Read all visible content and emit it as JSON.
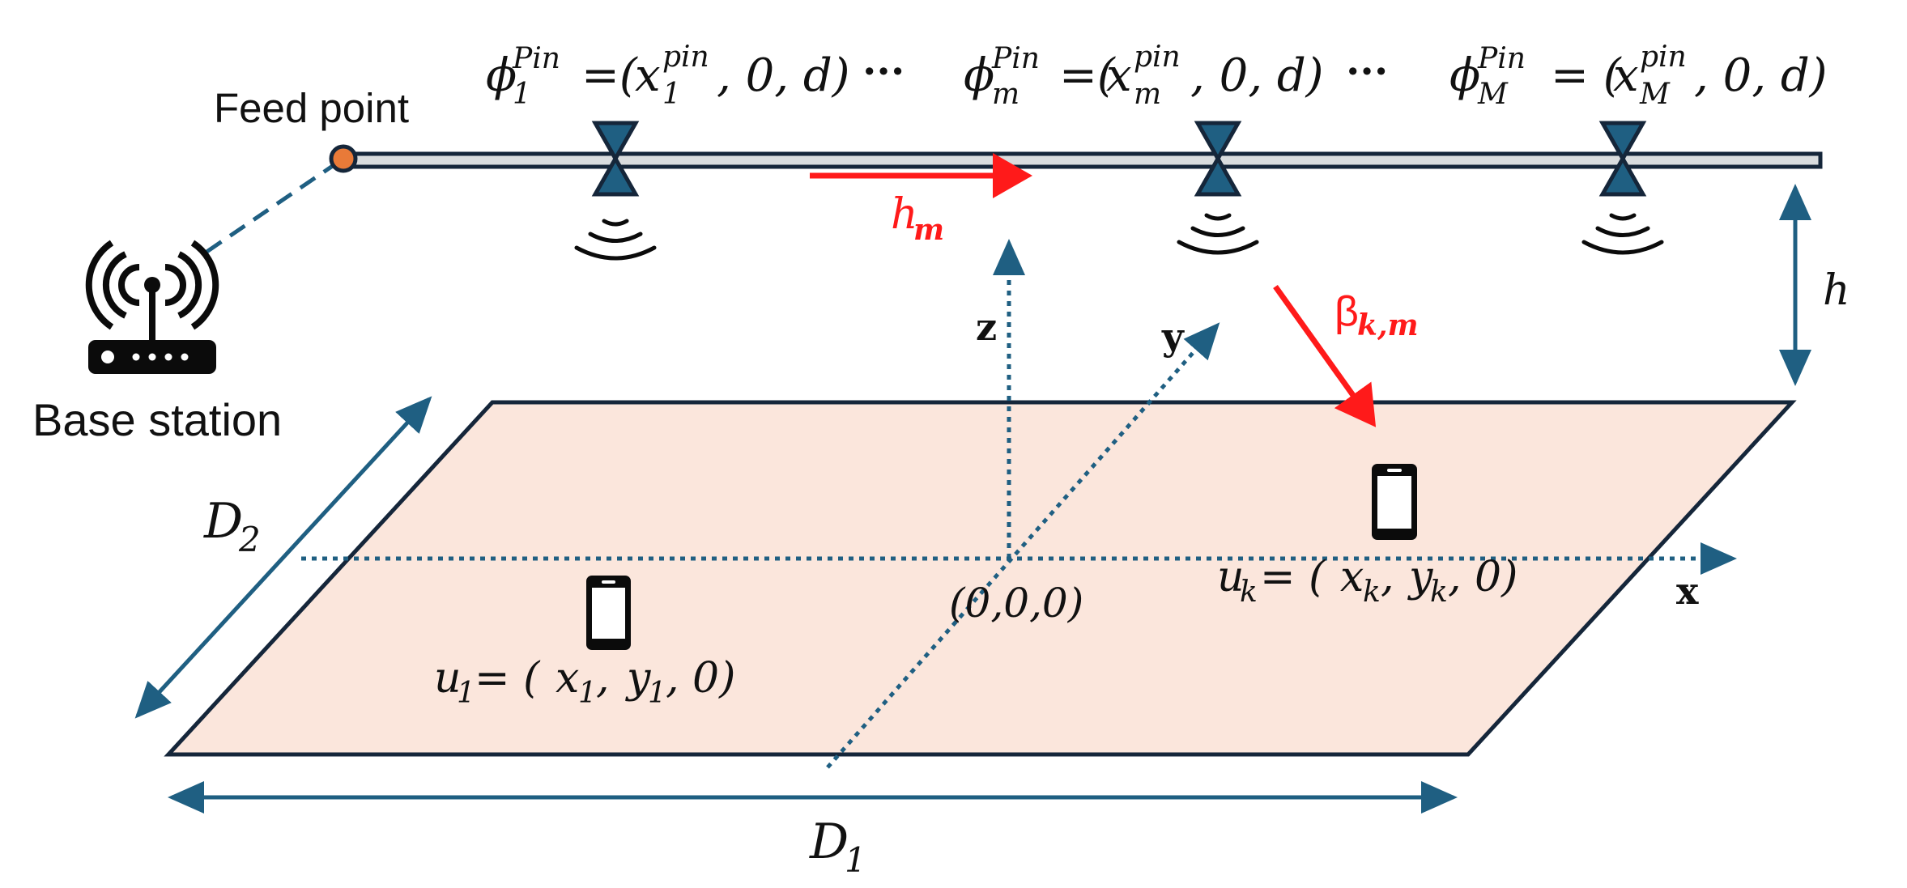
{
  "labels": {
    "feed_point": "Feed point",
    "base_station": "Base station",
    "pin1": {
      "phi": "ϕ",
      "sub": "1",
      "sup": "Pin",
      "eq": "=(",
      "x": "x",
      "xsup": "pin",
      "xsub": "1",
      "rest": ", 0, d)"
    },
    "pinm": {
      "phi": "ϕ",
      "sub": "m",
      "sup": "Pin",
      "eq": "=(",
      "x": "x",
      "xsup": "pin",
      "xsub": "m",
      "rest": ", 0, d)"
    },
    "pinM": {
      "phi": "ϕ",
      "sub": "M",
      "sup": "Pin",
      "eq": "= (",
      "x": "x",
      "xsup": "pin",
      "xsub": "M",
      "rest": ", 0, d)"
    },
    "dots": "···",
    "h_m": {
      "base": "h",
      "sub": "m"
    },
    "beta": {
      "base": "β",
      "sub": "k,m"
    },
    "h": "h",
    "z_axis": "z",
    "y_axis": "y",
    "x_axis": "x",
    "origin": "(0,0,0)",
    "D1": {
      "base": "D",
      "sub": "1"
    },
    "D2": {
      "base": "D",
      "sub": "2"
    },
    "u1": {
      "base": "u",
      "sub": "1",
      "eq": " = (",
      "x": "x",
      "xs": "1",
      "mid": " , ",
      "y": "y",
      "ys": "1",
      "end": ", 0)"
    },
    "uk": {
      "base": "u",
      "sub": "k",
      "eq": " = (",
      "x": "x",
      "xs": "k",
      "mid": ", ",
      "y": "y",
      "ys": "k",
      "end": ", 0)"
    }
  },
  "colors": {
    "waveguide_fill": "#d9dcde",
    "dark_teal": "#1e4a63",
    "pin_fill": "#1f5f82",
    "feed_orange": "#e97a38",
    "plane_fill": "#fbe6dc",
    "plane_stroke": "#15263a",
    "arrow_blue": "#1f5f82",
    "red": "#ff1a1a"
  },
  "icons": [
    "router-antenna-icon",
    "smartphone-icon",
    "radiation-wave-icon"
  ]
}
